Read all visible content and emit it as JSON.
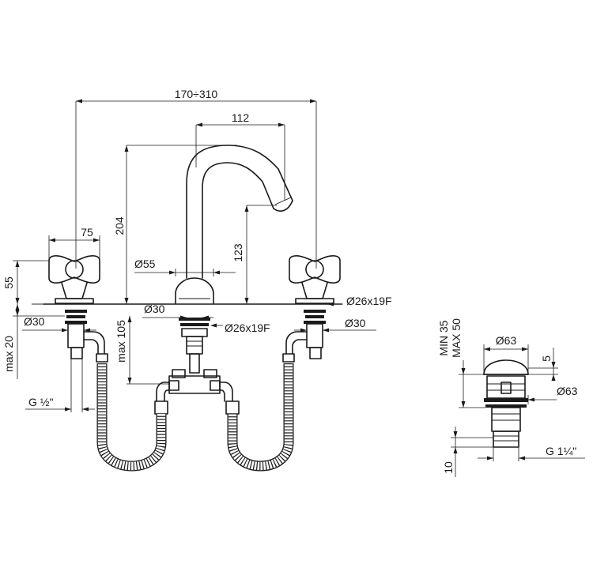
{
  "faucet": {
    "width_range": "170÷310",
    "spout_reach": "112",
    "spout_height": "204",
    "outlet_height": "123",
    "handle_width": "75",
    "handle_height": "55",
    "spout_base_diameter": "Ø55",
    "stem_diameter": "Ø30",
    "spout_thread": "Ø26x19F",
    "side_thread": "Ø26x19F",
    "left_stem_diameter": "Ø30",
    "right_stem_diameter": "Ø30",
    "deck_max": "max 20",
    "depth_max": "max 105",
    "inlet_thread": "G ½\""
  },
  "waste": {
    "min_deck": "MIN 35",
    "max_deck": "MAX 50",
    "cap_diameter": "Ø63",
    "cap_height": "5",
    "flange_diameter": "Ø63",
    "tail_length": "10",
    "tail_thread": "G 1¼\""
  }
}
